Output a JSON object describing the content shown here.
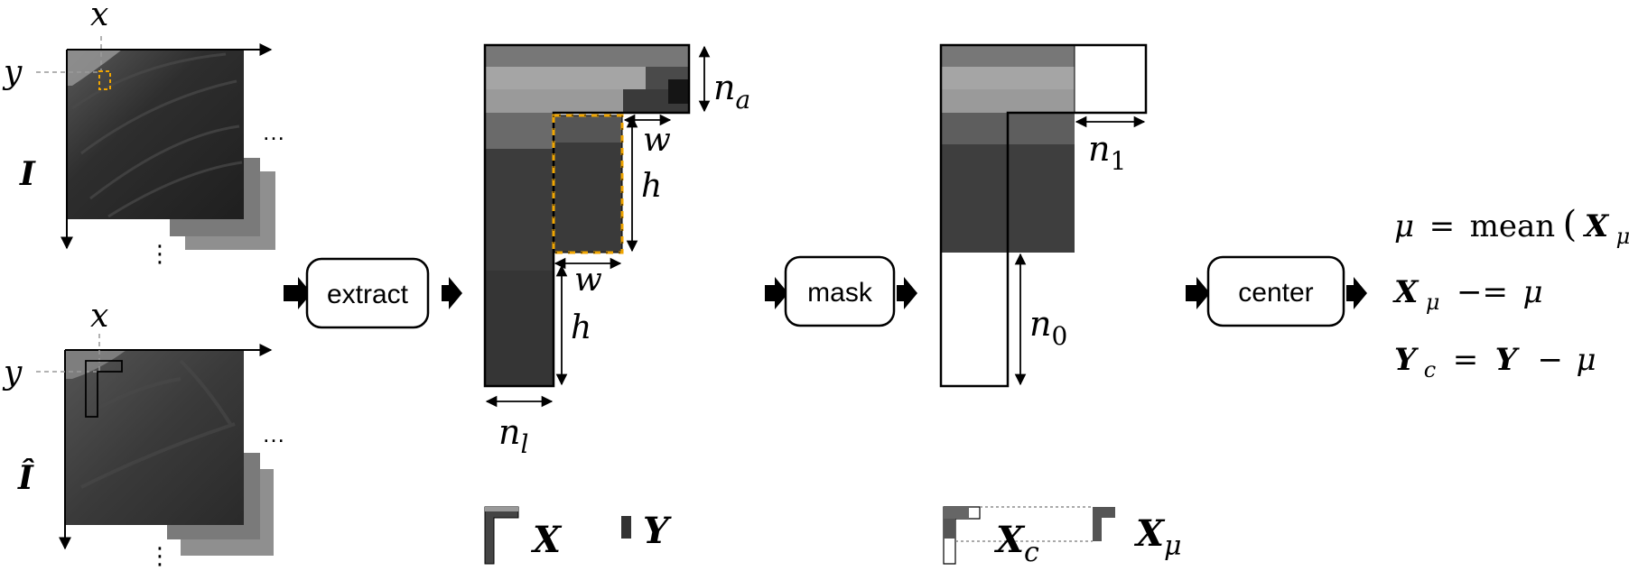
{
  "labels": {
    "x": "x",
    "y": "y",
    "image": "I",
    "image_hat": "Î",
    "ellipsis_h": "…",
    "ellipsis_v": "⋮",
    "w": "w",
    "h": "h",
    "n": "n",
    "sub_a": "a",
    "sub_l": "l",
    "sub_1": "1",
    "sub_0": "0",
    "X": "X",
    "Y": "Y",
    "sub_c": "c",
    "sub_mu": "μ"
  },
  "steps": {
    "extract": "extract",
    "mask": "mask",
    "center": "center"
  },
  "equations": {
    "mu": "μ",
    "eq": "=",
    "mean": "mean",
    "X": "X",
    "sub_mu": "μ",
    "minus_eq": "−=",
    "Y": "Y",
    "sub_c": "c",
    "minus": "−",
    "lparen": "(",
    "rparen": ")"
  },
  "colors": {
    "highlight_dashed": "#f0a500",
    "stroke": "#000000",
    "guide": "#999999"
  }
}
